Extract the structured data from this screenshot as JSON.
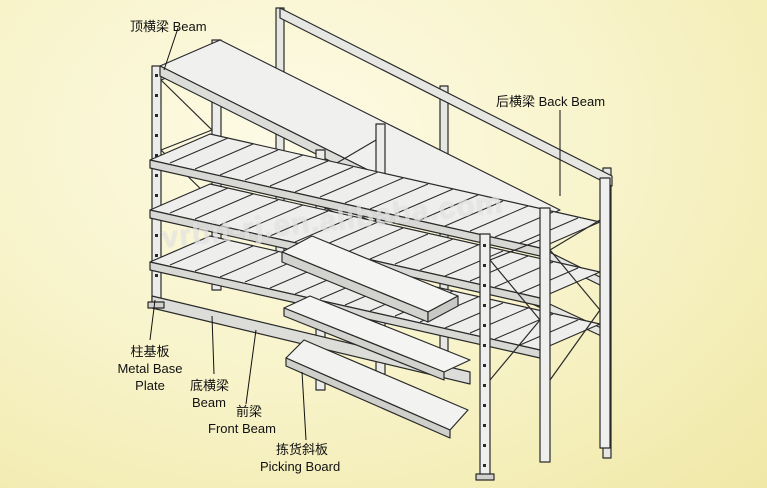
{
  "labels": {
    "top_beam": "顶横梁 Beam",
    "back_beam": "后横梁 Back Beam",
    "metal_base_plate_cn": "柱基板",
    "metal_base_plate_en_1": "Metal Base",
    "metal_base_plate_en_2": "Plate",
    "bottom_beam_cn": "底横梁",
    "bottom_beam_en": "Beam",
    "front_beam_cn": "前梁",
    "front_beam_en": "Front Beam",
    "picking_board_cn": "拣货斜板",
    "picking_board_en": "Picking Board"
  },
  "watermark": "vrbit-rj.en.alibaba.com",
  "colors": {
    "line": "#2a2a2a",
    "metal": "#e9e9e6",
    "background": "#f7f2c6"
  }
}
